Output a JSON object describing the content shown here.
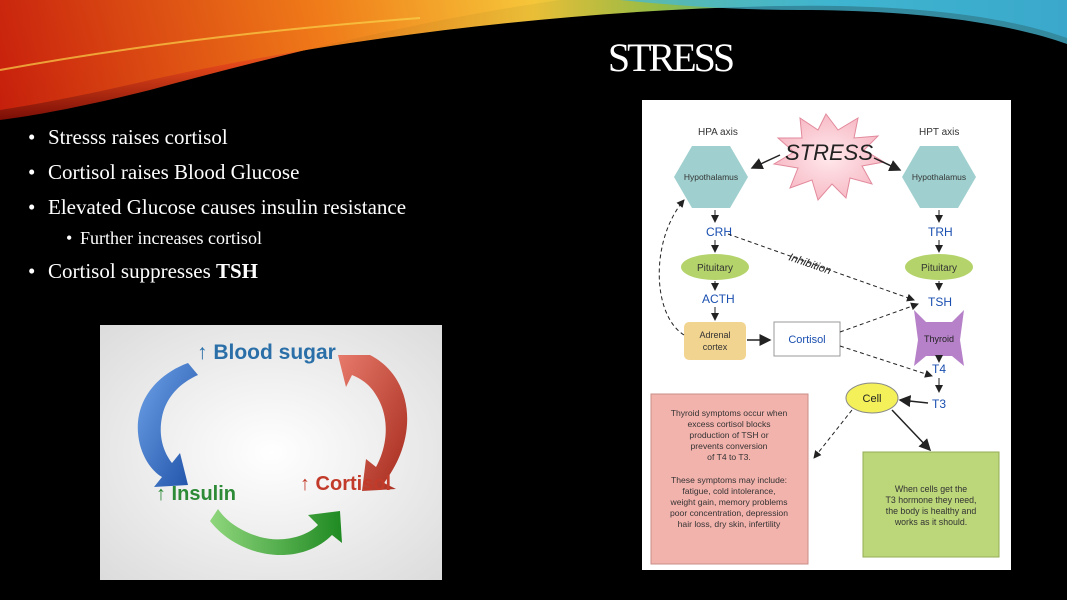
{
  "slide": {
    "title": "STRESS",
    "bullets": [
      {
        "text": "Stresss raises cortisol",
        "level": 1
      },
      {
        "text": "Cortisol raises Blood Glucose",
        "level": 1
      },
      {
        "text": "Elevated Glucose causes insulin resistance",
        "level": 1
      },
      {
        "text": "Further increases cortisol",
        "level": 2
      },
      {
        "text": "Cortisol suppresses ",
        "bold": "TSH",
        "level": 1
      }
    ]
  },
  "cycle": {
    "blood_sugar": "↑ Blood sugar",
    "cortisol": "↑ Cortisol",
    "insulin": "↑ Insulin",
    "colors": {
      "blue": "#2f6fc9",
      "red": "#c8412f",
      "green": "#35a02c",
      "label": "#2a6fa8",
      "label_red": "#c23b2a",
      "label_green": "#2d8a36"
    }
  },
  "diagram": {
    "stress": "STRESS",
    "hpa_axis": "HPA axis",
    "hpt_axis": "HPT axis",
    "hypothalamus_left": "Hypothalamus",
    "hypothalamus_right": "Hypothalamus",
    "crh": "CRH",
    "trh": "TRH",
    "inhibition": "Inhibition",
    "pituitary_left": "Pituitary",
    "pituitary_right": "Pituitary",
    "acth": "ACTH",
    "tsh": "TSH",
    "adrenal": [
      "Adrenal",
      "cortex"
    ],
    "cortisol": "Cortisol",
    "thyroid": "Thyroid",
    "t4": "T4",
    "t3": "T3",
    "cell": "Cell",
    "symptoms_box": [
      "Thyroid symptoms occur when",
      "excess cortisol blocks",
      "production of TSH or",
      "prevents conversion",
      "of T4 to T3.",
      "",
      "These symptoms may include:",
      "fatigue, cold intolerance,",
      "weight gain, memory problems",
      "poor concentration, depression",
      "hair loss, dry skin, infertility"
    ],
    "healthy_box": [
      "When cells get the",
      "T3 hormone they need,",
      "the body is healthy and",
      "works as it should."
    ],
    "colors": {
      "teal": "#9fd0cf",
      "green": "#b4d36a",
      "blue_text": "#1a4fb0",
      "adrenal": "#f2d491",
      "thyroid": "#b681c8",
      "pink": "#f3b3ad",
      "lightgreen": "#bcd67a",
      "yellow": "#f3f05a"
    }
  }
}
